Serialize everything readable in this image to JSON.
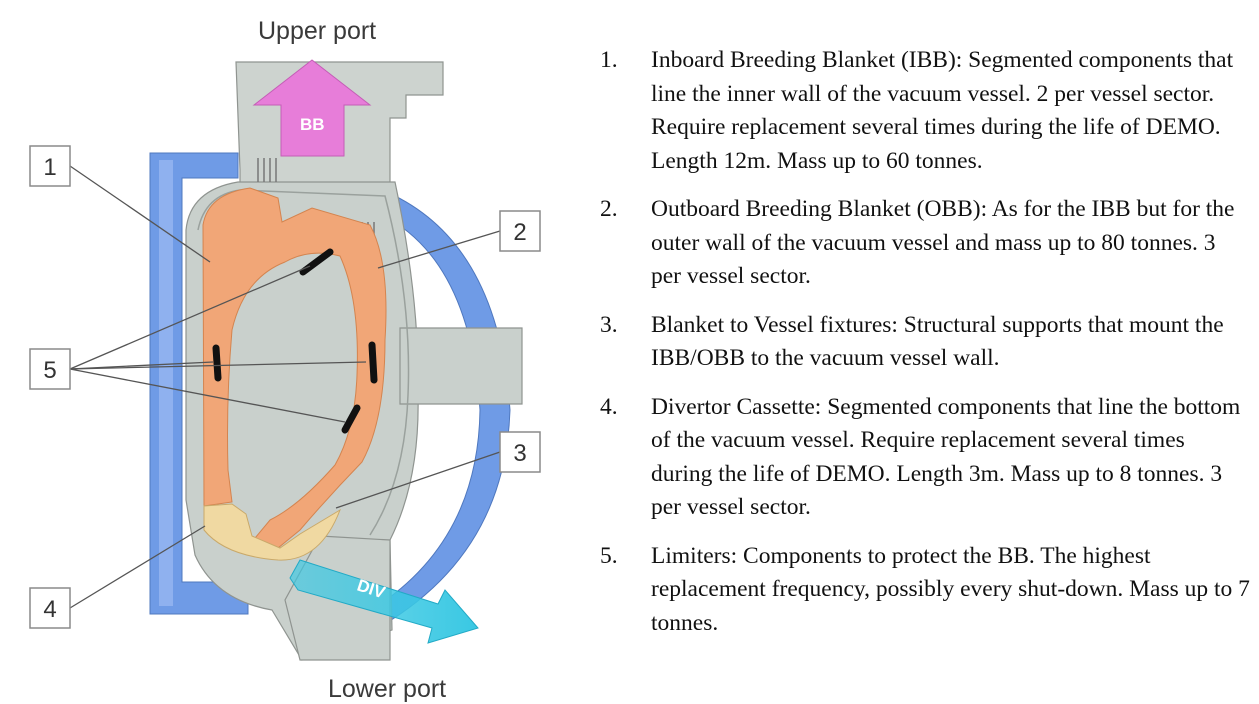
{
  "diagram": {
    "upper_port_label": "Upper port",
    "lower_port_label": "Lower port",
    "bb_arrow_label": "BB",
    "div_arrow_label": "DIV",
    "callouts": [
      "1",
      "2",
      "3",
      "4",
      "5"
    ],
    "colors": {
      "vacuum_vessel_blue": "#6f9be6",
      "vessel_grey": "#c9d0cc",
      "blanket_orange": "#f1a677",
      "divertor_yellow": "#f0d9a2",
      "limiter_black": "#111111",
      "bb_arrow_magenta": "#e77dd9",
      "div_arrow_cyan": "#39c8e3"
    }
  },
  "legend": [
    {
      "number": "1.",
      "text": "Inboard Breeding Blanket (IBB): Segmented components that line the inner wall of the vacuum vessel.  2 per vessel sector.  Require replacement several times during the life of DEMO.  Length 12m. Mass up to 60 tonnes."
    },
    {
      "number": "2.",
      "text": "Outboard Breeding Blanket (OBB): As for the IBB but for the outer wall of the vacuum vessel and mass up to 80 tonnes. 3 per vessel sector."
    },
    {
      "number": "3.",
      "text": "Blanket to Vessel fixtures: Structural supports that mount the IBB/OBB to the vacuum vessel wall."
    },
    {
      "number": "4.",
      "text": "Divertor Cassette: Segmented components that line the bottom of the vacuum vessel.  Require replacement several times during the life of DEMO.  Length 3m. Mass up to 8 tonnes. 3 per vessel sector."
    },
    {
      "number": "5.",
      "text": "Limiters: Components to protect the BB.  The highest replacement frequency, possibly every shut-down.  Mass up to 7 tonnes."
    }
  ]
}
